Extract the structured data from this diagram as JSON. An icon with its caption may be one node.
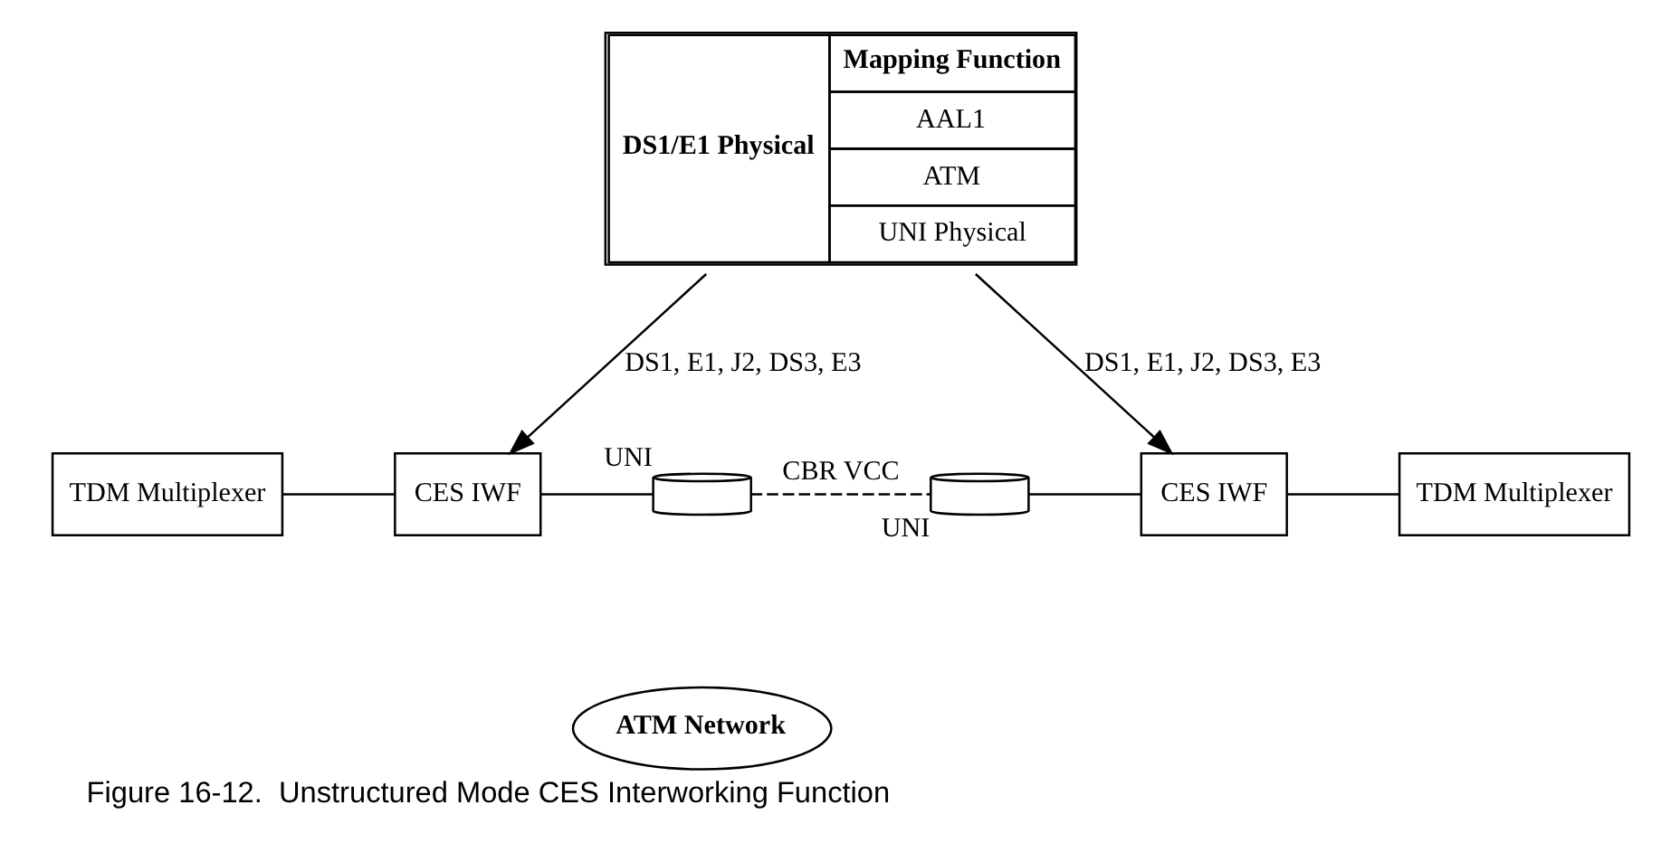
{
  "diagram": {
    "caption": "Figure 16-12.  Unstructured Mode CES Interworking Function",
    "nodes": [
      {
        "text": [
          "DS1/E1 Physical",
          "Mapping Function",
          "AAL1",
          "ATM",
          "UNI Physical"
        ]
      },
      {
        "text": [
          "TDM Multiplexer"
        ]
      },
      {
        "text": [
          "CES IWF"
        ]
      },
      {
        "text": [],
        "shape": "cylinder",
        "beside": [
          "UNI"
        ]
      },
      {
        "text": [
          "ATM Network"
        ]
      },
      {
        "text": [],
        "shape": "cylinder",
        "beside": [
          "UNI"
        ]
      },
      {
        "text": [
          "CES IWF"
        ]
      },
      {
        "text": [
          "TDM Multiplexer"
        ]
      }
    ],
    "edges": [
      {
        "from": 0,
        "to": 2,
        "arrow": "to",
        "label": "DS1, E1, J2, DS3, E3"
      },
      {
        "from": 0,
        "to": 6,
        "arrow": "to",
        "label": "DS1, E1, J2, DS3, E3"
      },
      {
        "from": 1,
        "to": 2,
        "arrow": "none"
      },
      {
        "from": 2,
        "to": 3,
        "arrow": "none"
      },
      {
        "from": 3,
        "to": 5,
        "arrow": "none",
        "style": "dashed",
        "label": "CBR VCC"
      },
      {
        "from": 5,
        "to": 6,
        "arrow": "none"
      },
      {
        "from": 6,
        "to": 7,
        "arrow": "none"
      }
    ]
  }
}
